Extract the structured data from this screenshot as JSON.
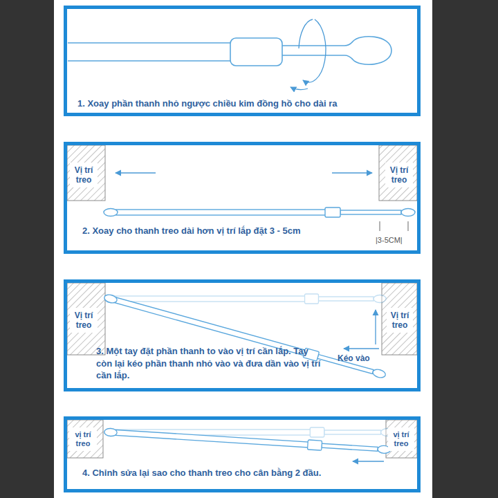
{
  "diagram": {
    "nodes": [
      {
        "text": [
          "1. Xoay phần thanh nhỏ ngược chiều kim đồng hồ cho dài ra"
        ]
      },
      {
        "text": [
          "2. Xoay cho thanh treo dài hơn vị trí lắp đặt 3 - 5cm"
        ]
      },
      {
        "text": [
          "Vị trí treo"
        ],
        "in": 1
      },
      {
        "text": [
          "Vị trí treo"
        ],
        "in": 1
      },
      {
        "text": [
          "3. Một tay đặt phần thanh to vào vị trí cần lắp. Tay còn lại kéo phần thanh nhỏ vào và đưa dần vào vị trí cần lắp."
        ]
      },
      {
        "text": [
          "Vị trí treo"
        ],
        "in": 4
      },
      {
        "text": [
          "Vị trí treo"
        ],
        "in": 4
      },
      {
        "text": [
          "4. Chỉnh sửa lại sao cho thanh treo cho cân bằng 2 đầu."
        ]
      },
      {
        "text": [
          "vị trí treo"
        ],
        "in": 7
      },
      {
        "text": [
          "vị trí treo"
        ],
        "in": 7
      }
    ],
    "labels": [
      "|3-5CM|",
      "Kéo vào"
    ]
  }
}
